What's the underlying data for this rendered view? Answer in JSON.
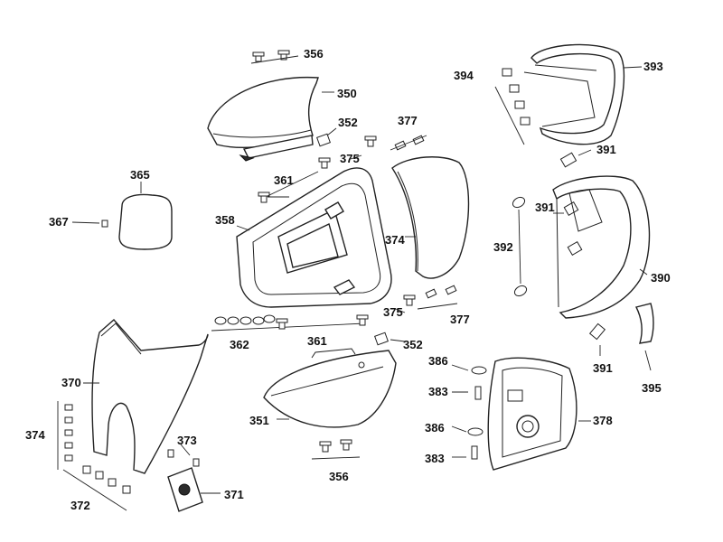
{
  "labels": {
    "p350": "350",
    "p352a": "352",
    "p352b": "352",
    "p356a": "356",
    "p356b": "356",
    "p358": "358",
    "p361a": "361",
    "p361b": "361",
    "p362": "362",
    "p365": "365",
    "p367": "367",
    "p370": "370",
    "p371": "371",
    "p372": "372",
    "p373": "373",
    "p374a": "374",
    "p374b": "374",
    "p375a": "375",
    "p375b": "375",
    "p377a": "377",
    "p377b": "377",
    "p378": "378",
    "p383a": "383",
    "p383b": "383",
    "p386a": "386",
    "p386b": "386",
    "p390": "390",
    "p391a": "391",
    "p391b": "391",
    "p391c": "391",
    "p392": "392",
    "p393": "393",
    "p394": "394",
    "p395": "395",
    "p351": "351"
  }
}
